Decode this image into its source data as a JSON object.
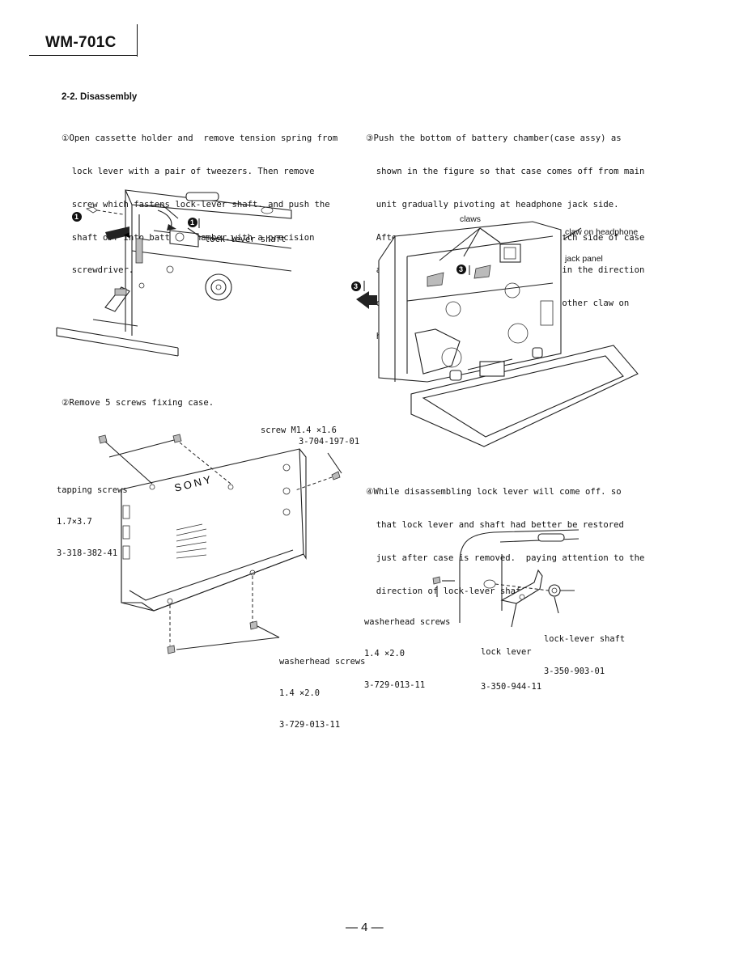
{
  "header": {
    "model": "WM-701C"
  },
  "section_title": "2-2.  Disassembly",
  "steps": {
    "step1": [
      "①Open cassette holder and  remove tension spring from",
      "  lock lever with a pair of tweezers. Then remove",
      "  screw which fastens lock-lever shaft. and push the",
      "  shaft off into battery chamber with a precision",
      "  screwdriver."
    ],
    "step2": "②Remove 5 screws fixing case.",
    "step3": [
      "③Push the bottom of battery chamber(case assy) as",
      "  shown in the figure so that case comes off from main",
      "  unit gradually pivoting at headphone jack side.",
      "  After the three claws on the key switch side of case",
      "  are released. slide and remove case in the direction",
      "  of headphone jack (not to break the other claw on",
      "  headphone-jack panel.)"
    ],
    "step4": [
      "④While disassembling lock lever will come off. so",
      "  that lock lever and shaft had better be restored",
      "  just after case is removed.  paying attention to the",
      "  direction of lock-lever shaft."
    ]
  },
  "fig1": {
    "step_marker": "1",
    "callout": "lock-lever shaft"
  },
  "fig2": {
    "screw_label": "screw M1.4 ×1.6",
    "screw_part": "3-704-197-01",
    "tapping_label": "tapping screws",
    "tapping_size": "1.7×3.7",
    "tapping_part": "3-318-382-41",
    "washer_label": "washerhead screws",
    "washer_size": "1.4 ×2.0",
    "washer_part": "3-729-013-11",
    "brand": "SONY"
  },
  "fig3": {
    "claws": "claws",
    "claw_jack": "claw on headphone",
    "claw_jack2": "jack panel",
    "step_marker": "3"
  },
  "fig4": {
    "washer_label": "washerhead screws",
    "washer_size": "1.4 ×2.0",
    "washer_part": "3-729-013-11",
    "lock_lever": "lock lever",
    "lock_lever_part": "3-350-944-11",
    "shaft_label": "lock-lever shaft",
    "shaft_part": "3-350-903-01"
  },
  "footer": {
    "page": "— 4 —"
  }
}
